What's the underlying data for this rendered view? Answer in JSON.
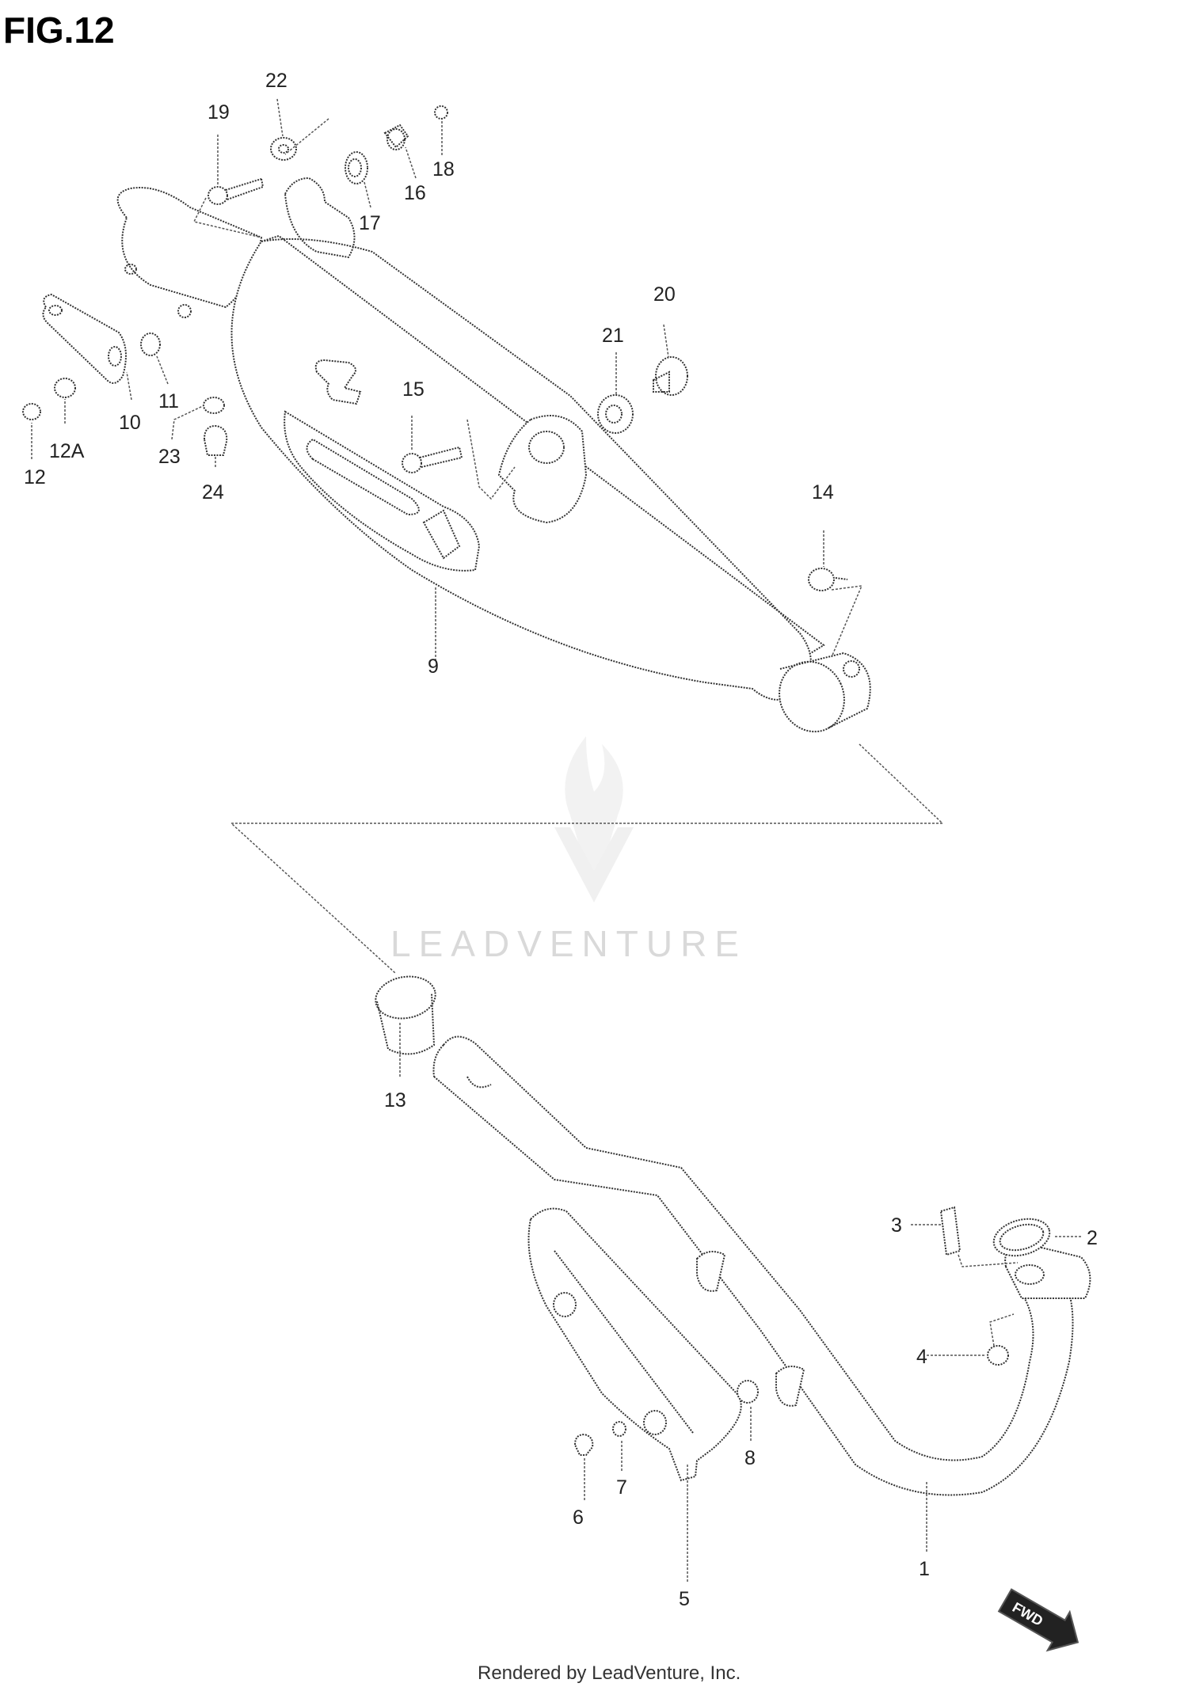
{
  "title": "FIG.12",
  "watermark": "LEADVENTURE",
  "footer": "Rendered by LeadVenture, Inc.",
  "fwd_label": "FWD",
  "callouts": {
    "c1": "1",
    "c2": "2",
    "c3": "3",
    "c4": "4",
    "c5": "5",
    "c6": "6",
    "c7": "7",
    "c8": "8",
    "c9": "9",
    "c10": "10",
    "c11": "11",
    "c12": "12",
    "c12a": "12A",
    "c13": "13",
    "c14": "14",
    "c15": "15",
    "c16": "16",
    "c17": "17",
    "c18": "18",
    "c19": "19",
    "c20": "20",
    "c21": "21",
    "c22": "22",
    "c23": "23",
    "c24": "24"
  }
}
